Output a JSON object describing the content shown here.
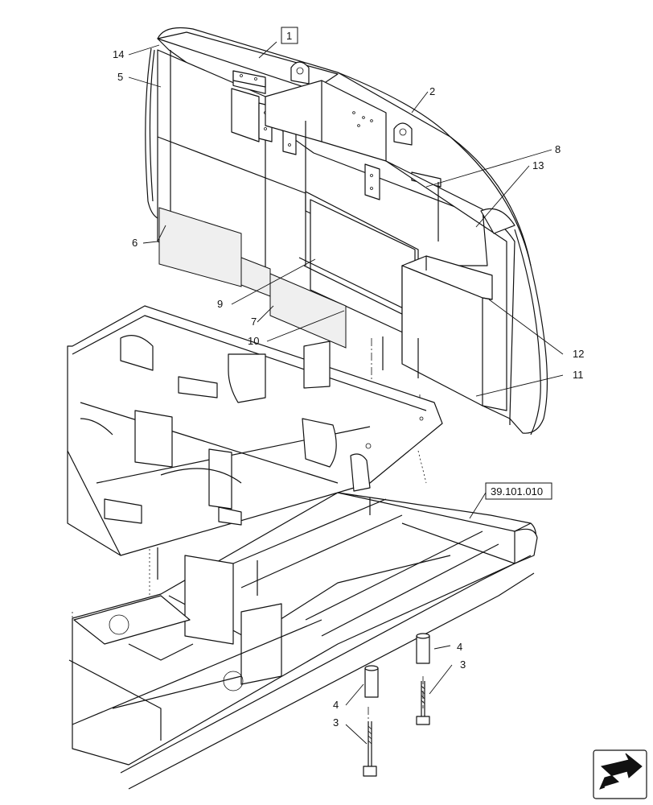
{
  "diagram": {
    "callouts": [
      {
        "id": "c1",
        "text": "1",
        "boxed": true
      },
      {
        "id": "c2",
        "text": "2"
      },
      {
        "id": "c3a",
        "text": "3"
      },
      {
        "id": "c3b",
        "text": "3"
      },
      {
        "id": "c4a",
        "text": "4"
      },
      {
        "id": "c4b",
        "text": "4"
      },
      {
        "id": "c5",
        "text": "5"
      },
      {
        "id": "c6",
        "text": "6"
      },
      {
        "id": "c7",
        "text": "7"
      },
      {
        "id": "c8",
        "text": "8"
      },
      {
        "id": "c9",
        "text": "9"
      },
      {
        "id": "c10",
        "text": "10"
      },
      {
        "id": "c11",
        "text": "11"
      },
      {
        "id": "c12",
        "text": "12"
      },
      {
        "id": "c13",
        "text": "13"
      },
      {
        "id": "c14",
        "text": "14"
      }
    ],
    "reference": {
      "text": "39.101.010"
    },
    "icons": {
      "nav": "forward-arrow-icon"
    }
  }
}
